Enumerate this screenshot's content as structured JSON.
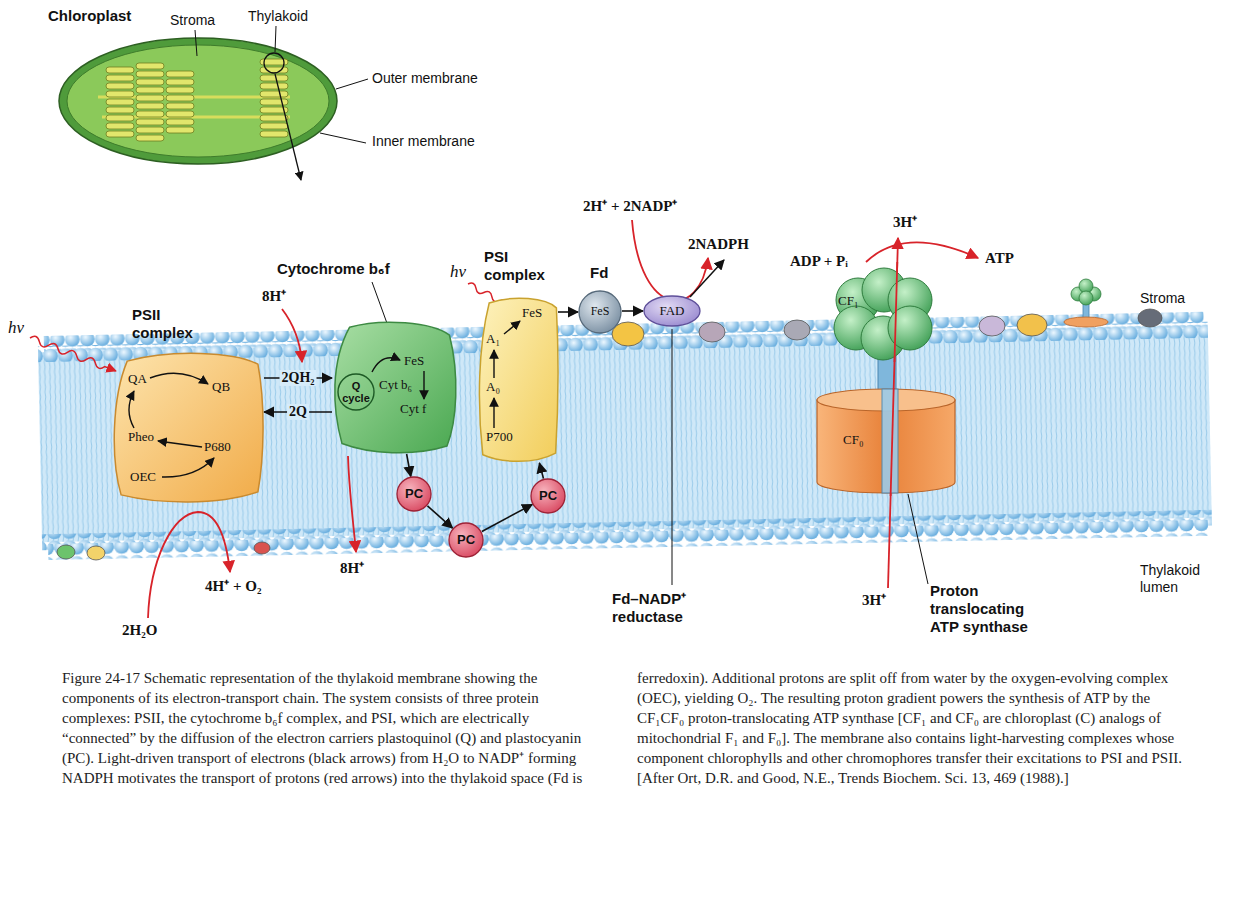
{
  "diagram": {
    "caption": "Figure 24-17 Schematic representation of the thylakoid membrane showing the components of its electron-transport chain. The system consists of three protein complexes: PSII, the cytochrome b₆f complex, and PSI, which are electrically “connected” by the diffusion of the electron carriers plastoquinol (Q) and plastocyanin (PC). Light-driven transport of electrons (black arrows) from H₂O to NADP⁺ forming NADPH motivates the transport of protons (red arrows) into the thylakoid space (Fd is ferredoxin). Additional protons are split off from water by the oxygen-evolving complex (OEC), yielding O₂. The resulting proton gradient powers the synthesis of ATP by the CF₁CF₀ proton-translocating ATP synthase [CF₁ and CF₀ are chloroplast (C) analogs of mitochondrial F₁ and F₀]. The membrane also contains light-harvesting complexes whose component chlorophylls and other chromophores transfer their excitations to PSI and PSII. [After Ort, D.R. and Good, N.E., Trends Biochem. Sci. 13, 469 (1988).]",
    "nodes": [
      {
        "text": [
          "Chloroplast"
        ]
      },
      {
        "text": [
          "PSII complex",
          "QA",
          "QB",
          "Pheo",
          "P680",
          "OEC"
        ]
      },
      {
        "text": [
          "Cytochrome b₆f",
          "FeS",
          "Cyt b₆",
          "Cyt f"
        ]
      },
      {
        "text": [
          "Q cycle"
        ],
        "in": 2
      },
      {
        "text": [
          "PC"
        ]
      },
      {
        "text": [
          "PC"
        ]
      },
      {
        "text": [
          "PC"
        ]
      },
      {
        "text": [
          "PSI complex",
          "FeS",
          "A₁",
          "A₀",
          "P700"
        ]
      },
      {
        "text": [
          "Fd",
          "FeS"
        ]
      },
      {
        "text": [
          "FAD"
        ]
      },
      {
        "text": [
          "CF₁"
        ]
      },
      {
        "text": [
          "CF₀"
        ]
      }
    ],
    "edges": [
      {
        "from": 1,
        "to": 2,
        "label": "2QH₂",
        "arrow": "to"
      },
      {
        "from": 2,
        "to": 1,
        "label": "2Q",
        "arrow": "to"
      },
      {
        "from": 2,
        "to": 4,
        "arrow": "to"
      },
      {
        "from": 4,
        "to": 5,
        "arrow": "to"
      },
      {
        "from": 5,
        "to": 6,
        "arrow": "to"
      },
      {
        "from": 6,
        "to": 7,
        "arrow": "to"
      },
      {
        "from": 7,
        "to": 8,
        "arrow": "to"
      },
      {
        "from": 8,
        "to": 9,
        "arrow": "to"
      }
    ],
    "labels": [
      "Stroma",
      "Thylakoid",
      "Outer membrane",
      "Inner membrane",
      "hν",
      "8H⁺",
      "hν",
      "2H⁺ + 2NADP⁺",
      "2NADPH",
      "ADP + Pᵢ",
      "3H⁺",
      "ATP",
      "Stroma",
      "8H⁺",
      "4H⁺ + O₂",
      "2H₂O",
      "Fd–NADP⁺ reductase",
      "3H⁺",
      "Proton translocating ATP synthase",
      "Thylakoid lumen"
    ]
  }
}
